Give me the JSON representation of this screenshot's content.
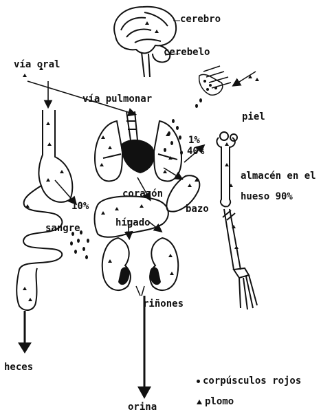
{
  "labels": {
    "cerebro": "cerebro",
    "cerebelo": "cerebelo",
    "via_oral": "vía oral",
    "via_pulmonar": "vía pulmonar",
    "piel": "piel",
    "pct_1": "1%",
    "pct_40": "40%",
    "almacen": "almacén en el",
    "hueso": "hueso  90%",
    "corazon": "corazón",
    "bazo": "bazo",
    "pct_10": "10%",
    "sangre": "sangre",
    "higado": "hígado",
    "rinones": "riñones",
    "heces": "heces",
    "orina": "orina"
  },
  "legend": {
    "corpusculos": "corpúsculos rojos",
    "plomo": "plomo"
  }
}
